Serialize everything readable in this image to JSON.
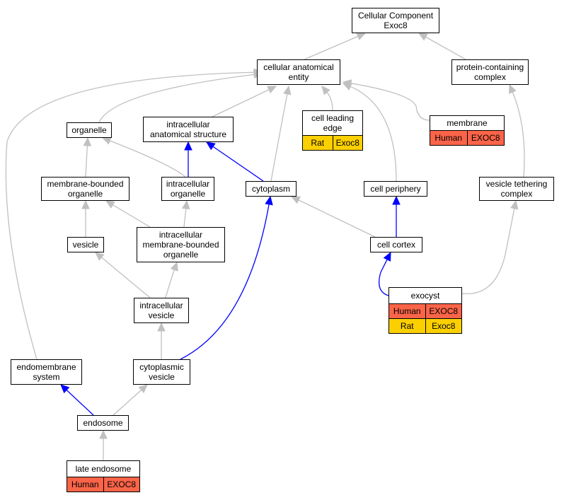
{
  "nodes": {
    "cc_root": {
      "lines": [
        "Cellular Component",
        "Exoc8"
      ]
    },
    "cae": {
      "lines": [
        "cellular anatomical",
        "entity"
      ]
    },
    "pcc": {
      "lines": [
        "protein-containing",
        "complex"
      ]
    },
    "organelle": {
      "lines": [
        "organelle"
      ]
    },
    "ias": {
      "lines": [
        "intracellular",
        "anatomical structure"
      ]
    },
    "cle": {
      "lines": [
        "cell leading",
        "edge"
      ],
      "rows": [
        [
          "Rat",
          "Exoc8"
        ]
      ]
    },
    "membrane": {
      "lines": [
        "membrane"
      ],
      "rows": [
        [
          "Human",
          "EXOC8"
        ]
      ]
    },
    "mbo": {
      "lines": [
        "membrane-bounded",
        "organelle"
      ]
    },
    "io": {
      "lines": [
        "intracellular",
        "organelle"
      ]
    },
    "cytoplasm": {
      "lines": [
        "cytoplasm"
      ]
    },
    "cp": {
      "lines": [
        "cell periphery"
      ]
    },
    "vtc": {
      "lines": [
        "vesicle tethering",
        "complex"
      ]
    },
    "vesicle": {
      "lines": [
        "vesicle"
      ]
    },
    "imbo": {
      "lines": [
        "intracellular",
        "membrane-bounded",
        "organelle"
      ]
    },
    "cortex": {
      "lines": [
        "cell cortex"
      ]
    },
    "exocyst": {
      "lines": [
        "exocyst"
      ],
      "rows": [
        [
          "Human",
          "EXOC8"
        ],
        [
          "Rat",
          "Exoc8"
        ]
      ]
    },
    "iv": {
      "lines": [
        "intracellular",
        "vesicle"
      ]
    },
    "ems": {
      "lines": [
        "endomembrane",
        "system"
      ]
    },
    "cv": {
      "lines": [
        "cytoplasmic",
        "vesicle"
      ]
    },
    "endosome": {
      "lines": [
        "endosome"
      ]
    },
    "le": {
      "lines": [
        "late endosome"
      ],
      "rows": [
        [
          "Human",
          "EXOC8"
        ]
      ]
    }
  },
  "edges": [
    {
      "from": "cae",
      "to": "cc_root",
      "type": "is_a"
    },
    {
      "from": "pcc",
      "to": "cc_root",
      "type": "is_a"
    },
    {
      "from": "organelle",
      "to": "cae",
      "type": "is_a"
    },
    {
      "from": "ias",
      "to": "cae",
      "type": "is_a"
    },
    {
      "from": "cytoplasm",
      "to": "cae",
      "type": "is_a"
    },
    {
      "from": "cle",
      "to": "cae",
      "type": "is_a"
    },
    {
      "from": "cp",
      "to": "cae",
      "type": "is_a"
    },
    {
      "from": "membrane",
      "to": "cae",
      "type": "is_a"
    },
    {
      "from": "ems",
      "to": "cae",
      "type": "is_a"
    },
    {
      "from": "mbo",
      "to": "organelle",
      "type": "is_a"
    },
    {
      "from": "io",
      "to": "organelle",
      "type": "is_a"
    },
    {
      "from": "io",
      "to": "ias",
      "type": "part_of"
    },
    {
      "from": "cytoplasm",
      "to": "ias",
      "type": "part_of"
    },
    {
      "from": "vesicle",
      "to": "mbo",
      "type": "is_a"
    },
    {
      "from": "imbo",
      "to": "mbo",
      "type": "is_a"
    },
    {
      "from": "imbo",
      "to": "io",
      "type": "is_a"
    },
    {
      "from": "cortex",
      "to": "cytoplasm",
      "type": "is_a"
    },
    {
      "from": "cortex",
      "to": "cp",
      "type": "part_of"
    },
    {
      "from": "exocyst",
      "to": "cortex",
      "type": "part_of"
    },
    {
      "from": "exocyst",
      "to": "vtc",
      "type": "is_a"
    },
    {
      "from": "vtc",
      "to": "pcc",
      "type": "is_a"
    },
    {
      "from": "iv",
      "to": "vesicle",
      "type": "is_a"
    },
    {
      "from": "iv",
      "to": "imbo",
      "type": "is_a"
    },
    {
      "from": "cv",
      "to": "iv",
      "type": "is_a"
    },
    {
      "from": "cv",
      "to": "cytoplasm",
      "type": "part_of"
    },
    {
      "from": "endosome",
      "to": "ems",
      "type": "part_of"
    },
    {
      "from": "endosome",
      "to": "cv",
      "type": "is_a"
    },
    {
      "from": "le",
      "to": "endosome",
      "type": "is_a"
    }
  ],
  "colors": {
    "is_a": "#c0c0c0",
    "part_of": "#0000ff",
    "Human": "#fa6448",
    "Rat": "#fcd000",
    "node_border": "#000000"
  }
}
